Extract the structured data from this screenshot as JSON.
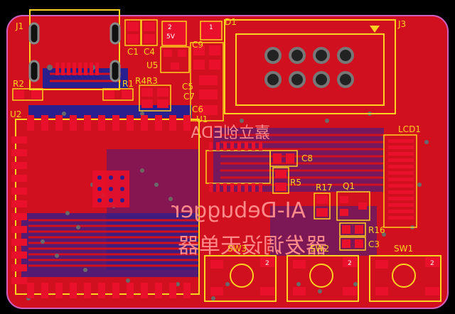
{
  "board": {
    "colors": {
      "background": "#000000",
      "copper_top": "#d0101f",
      "copper_bottom": "#2a1f8f",
      "silkscreen": "#ffd21f",
      "pad": "#e8102a",
      "outline": "#d060c0",
      "via": "#6a6a6a"
    }
  },
  "refs": {
    "j1": "J1",
    "j3": "J3",
    "d1": "D1",
    "c1": "C1",
    "c4": "C4",
    "u5": "U5",
    "c9": "C9",
    "c5": "C5",
    "c7": "C7",
    "c6": "C6",
    "u1": "U1",
    "r1": "R1",
    "r2": "R2",
    "r4r3": "R4R3",
    "u2": "U2",
    "c8": "C8",
    "r5": "R5",
    "r17": "R17",
    "q1": "Q1",
    "r16": "R16",
    "c3": "C3",
    "lcd1": "LCD1",
    "sw1": "SW1",
    "sw2": "SW2",
    "sw3": "SW3"
  },
  "pad_labels": {
    "pwr_2": "2",
    "pwr_5v": "5V",
    "d1_1": "1",
    "sw3_2": "2",
    "sw2_2": "2",
    "sw1_2": "2"
  },
  "bottom_text": {
    "line1": "AI-Debugger",
    "line2": "器发调设天单器"
  }
}
